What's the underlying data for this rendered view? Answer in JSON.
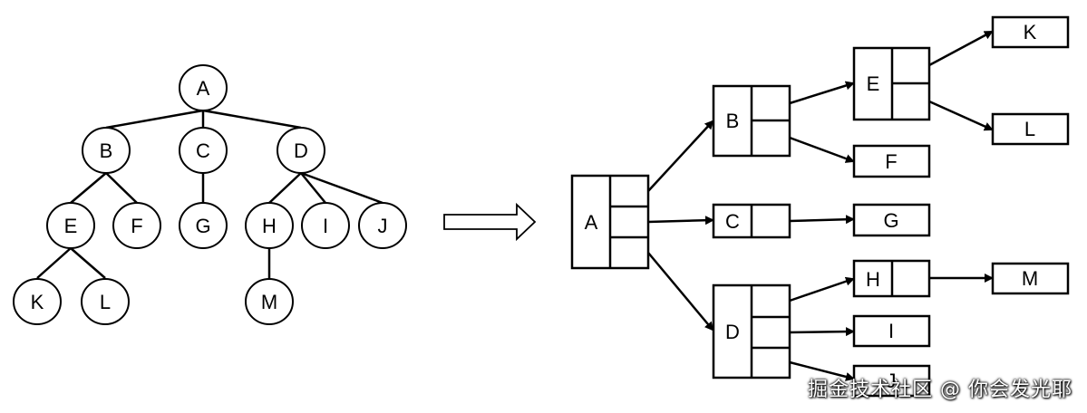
{
  "tree": {
    "nodes": [
      "A",
      "B",
      "C",
      "D",
      "E",
      "F",
      "G",
      "H",
      "I",
      "J",
      "K",
      "L",
      "M"
    ],
    "edges": [
      [
        "A",
        "B"
      ],
      [
        "A",
        "C"
      ],
      [
        "A",
        "D"
      ],
      [
        "B",
        "E"
      ],
      [
        "B",
        "F"
      ],
      [
        "C",
        "G"
      ],
      [
        "D",
        "H"
      ],
      [
        "D",
        "I"
      ],
      [
        "D",
        "J"
      ],
      [
        "E",
        "K"
      ],
      [
        "E",
        "L"
      ],
      [
        "H",
        "M"
      ]
    ]
  },
  "linked": {
    "nodes": [
      {
        "label": "A",
        "pointer_slots": 3
      },
      {
        "label": "B",
        "pointer_slots": 2
      },
      {
        "label": "C",
        "pointer_slots": 1
      },
      {
        "label": "D",
        "pointer_slots": 3
      },
      {
        "label": "E",
        "pointer_slots": 2
      },
      {
        "label": "F",
        "pointer_slots": 0
      },
      {
        "label": "G",
        "pointer_slots": 0
      },
      {
        "label": "H",
        "pointer_slots": 1
      },
      {
        "label": "I",
        "pointer_slots": 0
      },
      {
        "label": "J",
        "pointer_slots": 0
      },
      {
        "label": "K",
        "pointer_slots": 0
      },
      {
        "label": "L",
        "pointer_slots": 0
      },
      {
        "label": "M",
        "pointer_slots": 0
      }
    ]
  },
  "watermark": "掘金技术社区 @ 你会发光耶"
}
